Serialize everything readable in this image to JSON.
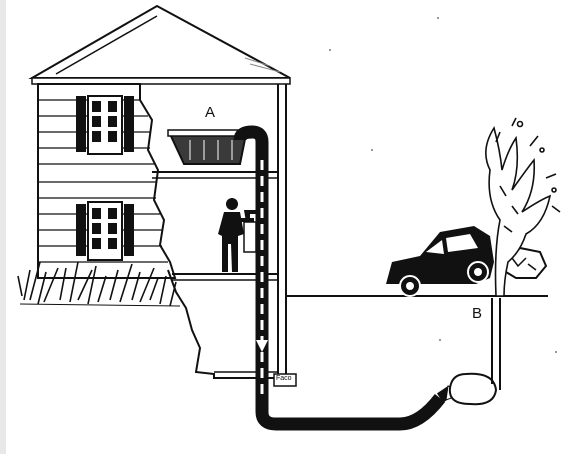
{
  "labels": {
    "point_a": "A",
    "point_b": "B",
    "floor_drain": "Faco"
  },
  "colors": {
    "ink": "#111111",
    "paper": "#ffffff",
    "shade": "#3a3a3a"
  }
}
